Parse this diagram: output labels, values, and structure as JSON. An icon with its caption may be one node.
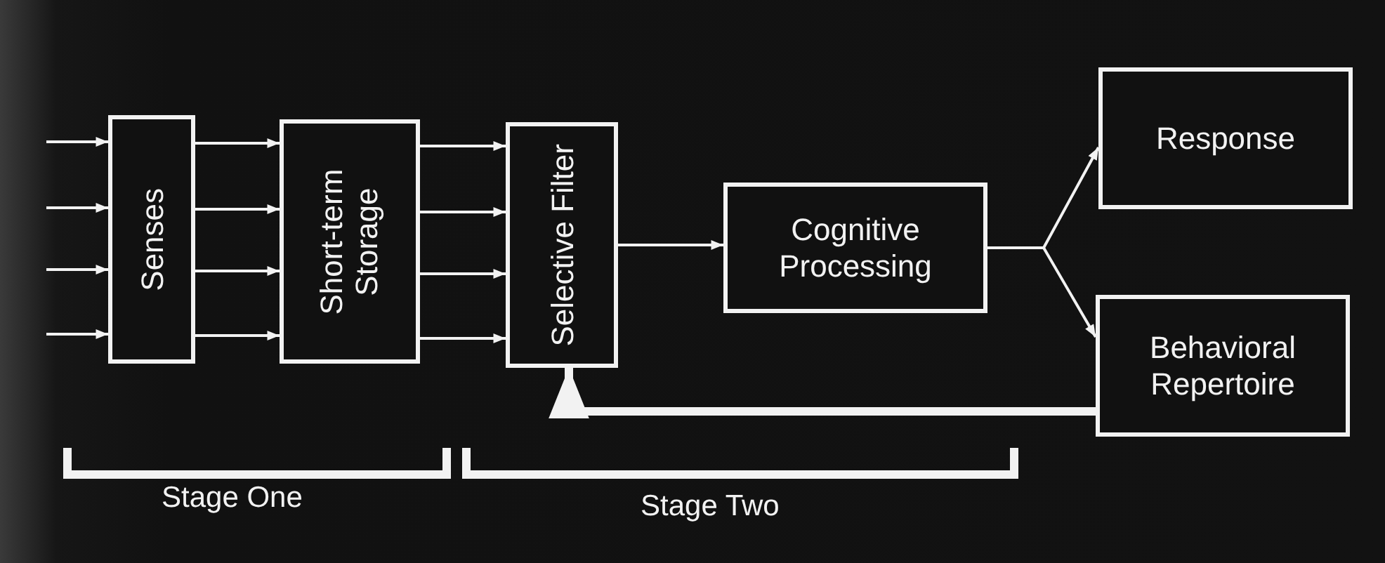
{
  "diagram": {
    "nodes": [
      {
        "text": [
          "Senses"
        ]
      },
      {
        "text": [
          "Short-term Storage"
        ]
      },
      {
        "text": [
          "Selective Filter"
        ]
      },
      {
        "text": [
          "Cognitive Processing"
        ]
      },
      {
        "text": [
          "Response"
        ]
      },
      {
        "text": [
          "Behavioral Repertoire"
        ]
      }
    ],
    "edges": [
      {
        "from": null,
        "to": 0,
        "arrow": "to"
      },
      {
        "from": null,
        "to": 0,
        "arrow": "to"
      },
      {
        "from": null,
        "to": 0,
        "arrow": "to"
      },
      {
        "from": null,
        "to": 0,
        "arrow": "to"
      },
      {
        "from": 0,
        "to": 1,
        "arrow": "to"
      },
      {
        "from": 0,
        "to": 1,
        "arrow": "to"
      },
      {
        "from": 0,
        "to": 1,
        "arrow": "to"
      },
      {
        "from": 0,
        "to": 1,
        "arrow": "to"
      },
      {
        "from": 1,
        "to": 2,
        "arrow": "to"
      },
      {
        "from": 1,
        "to": 2,
        "arrow": "to"
      },
      {
        "from": 1,
        "to": 2,
        "arrow": "to"
      },
      {
        "from": 1,
        "to": 2,
        "arrow": "to"
      },
      {
        "from": 2,
        "to": 3,
        "arrow": "to"
      },
      {
        "from": 3,
        "to": 4,
        "arrow": "to"
      },
      {
        "from": 3,
        "to": 5,
        "arrow": "to"
      },
      {
        "from": 5,
        "to": 2,
        "arrow": "to",
        "style": "thick"
      }
    ],
    "labels": [
      "Stage One",
      "Stage Two"
    ]
  }
}
